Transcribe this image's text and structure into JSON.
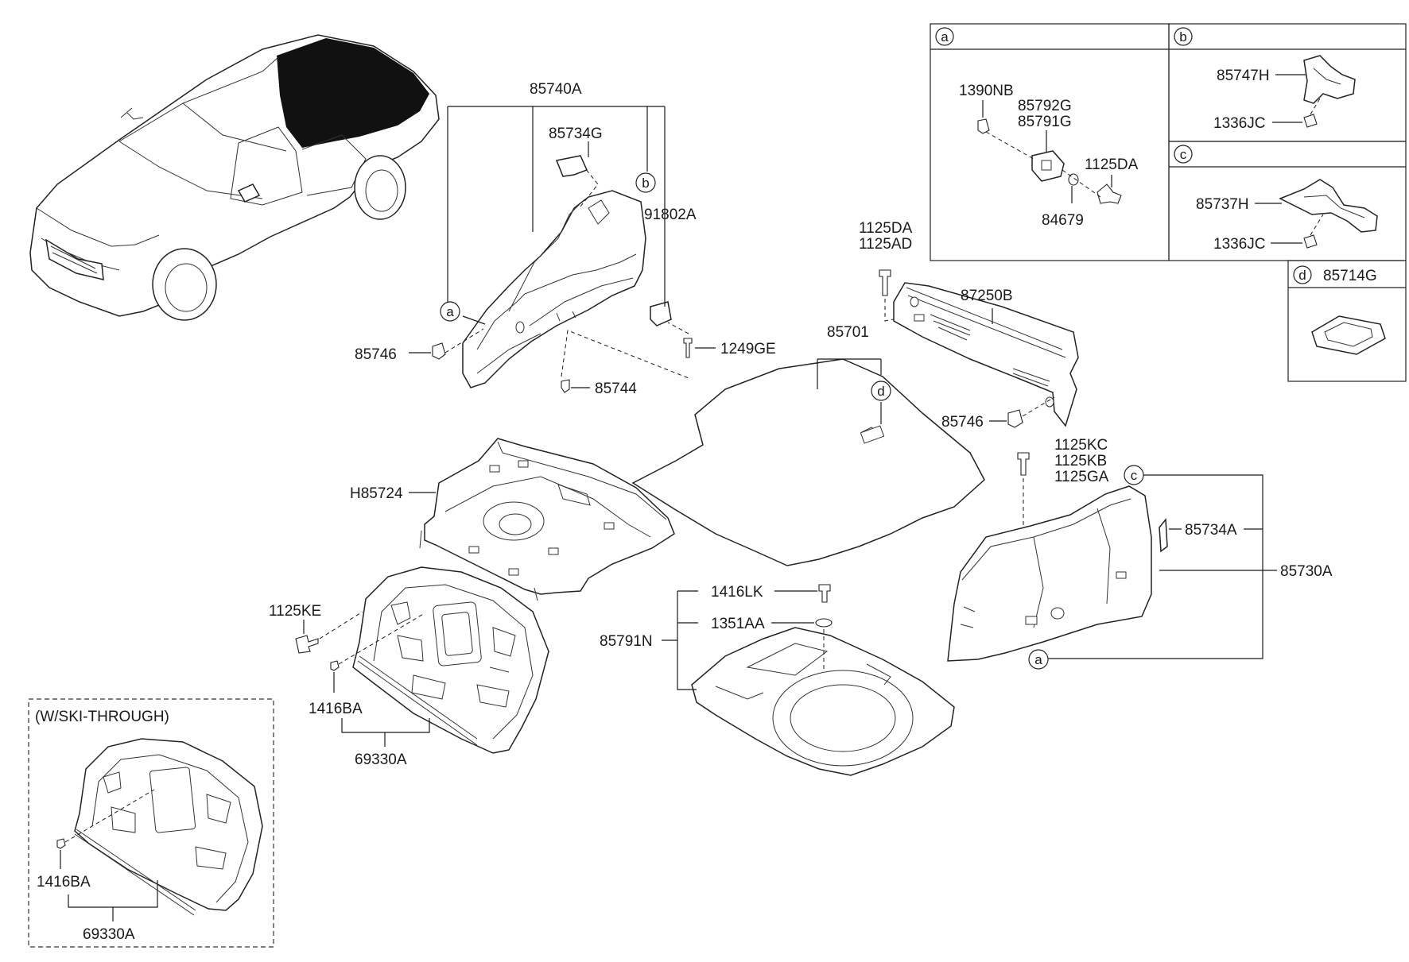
{
  "labels": {
    "p85740A": "85740A",
    "p85734G": "85734G",
    "p91802A": "91802A",
    "p85746_left": "85746",
    "p1249GE": "1249GE",
    "p85744": "85744",
    "p1125DA_top": "1125DA",
    "p1125AD": "1125AD",
    "p87250B": "87250B",
    "p85701": "85701",
    "p85746_right": "85746",
    "pH85724": "H85724",
    "p1125KE": "1125KE",
    "p1416BA_main": "1416BA",
    "p69330A_main": "69330A",
    "p1416LK": "1416LK",
    "p1351AA": "1351AA",
    "p85791N": "85791N",
    "p1125KC": "1125KC",
    "p1125KB": "1125KB",
    "p1125GA": "1125GA",
    "p85734A": "85734A",
    "p85730A": "85730A",
    "ski_title": "(W/SKI-THROUGH)",
    "p1416BA_ski": "1416BA",
    "p69330A_ski": "69330A"
  },
  "callouts": {
    "a": "a",
    "b": "b",
    "c": "c",
    "d": "d"
  },
  "detail_a": {
    "letter": "a",
    "p1390NB": "1390NB",
    "p85792G": "85792G",
    "p85791G": "85791G",
    "p1125DA": "1125DA",
    "p84679": "84679"
  },
  "detail_b": {
    "letter": "b",
    "p85747H": "85747H",
    "p1336JC": "1336JC"
  },
  "detail_c": {
    "letter": "c",
    "p85737H": "85737H",
    "p1336JC": "1336JC"
  },
  "detail_d": {
    "letter": "d",
    "p85714G": "85714G"
  }
}
